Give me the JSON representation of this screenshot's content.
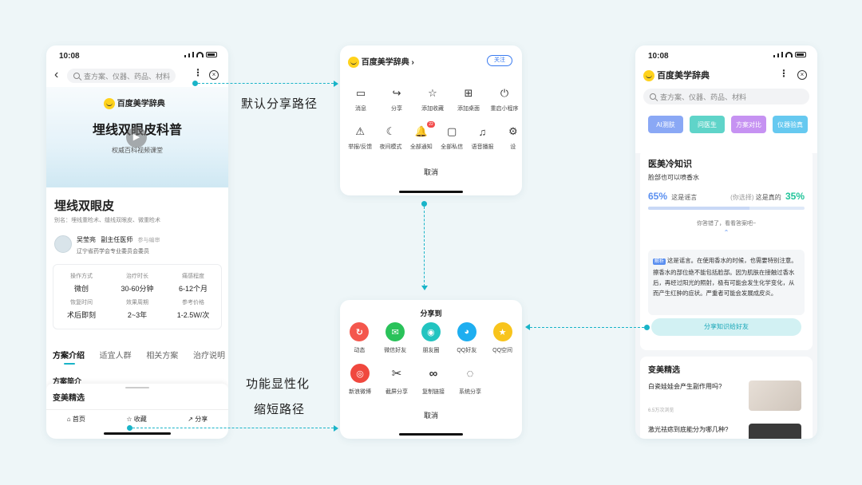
{
  "captions": {
    "default_path": "默认分享路径",
    "feature_line1": "功能显性化",
    "feature_line2": "缩短路径"
  },
  "left": {
    "time": "10:08",
    "search_placeholder": "查方案、仪器、药品、材料",
    "banner_brand": "百度美学辞典",
    "banner_title": "埋线双眼皮科普",
    "banner_subtitle": "权威百科视频课堂",
    "title": "埋线双眼皮",
    "alias": "别名：埋线重睑术、缝线双眼皮、微重睑术",
    "doctor_name": "吴莹亮",
    "doctor_title": "副主任医师",
    "doctor_role": "参与编审",
    "doctor_org": "辽宁省药学会专业委员会委员",
    "stats": [
      {
        "label": "操作方式",
        "value": "微创"
      },
      {
        "label": "治疗时长",
        "value": "30-60分钟"
      },
      {
        "label": "痛感程度",
        "value": "6-12个月"
      },
      {
        "label": "恢复时间",
        "value": "术后即刻"
      },
      {
        "label": "效果周期",
        "value": "2~3年"
      },
      {
        "label": "参考价格",
        "value": "1-2.5W/次"
      }
    ],
    "tabs": [
      "方案介绍",
      "适宜人群",
      "相关方案",
      "治疗说明"
    ],
    "section": "方案简介",
    "section2": "变美精选",
    "bottom_nav": [
      "首页",
      "收藏",
      "分享"
    ]
  },
  "top_sheet": {
    "brand": "百度美学辞典 ›",
    "follow": "关注",
    "row1": [
      {
        "label": "消息",
        "icon": "message-icon",
        "glyph": "▭"
      },
      {
        "label": "分享",
        "icon": "share-arrow-icon",
        "glyph": "↪"
      },
      {
        "label": "添加收藏",
        "icon": "star-icon",
        "glyph": "☆"
      },
      {
        "label": "添加桌面",
        "icon": "grid-icon",
        "glyph": "⊞"
      },
      {
        "label": "重启小程序",
        "icon": "power-icon",
        "glyph": "⏻"
      }
    ],
    "row2": [
      {
        "label": "举报/反馈",
        "icon": "report-icon",
        "glyph": "⚠"
      },
      {
        "label": "夜间模式",
        "icon": "moon-icon",
        "glyph": "☾"
      },
      {
        "label": "全部通知",
        "icon": "bell-icon",
        "glyph": "🔔",
        "badge": "22"
      },
      {
        "label": "全部私信",
        "icon": "chat-icon",
        "glyph": "▢"
      },
      {
        "label": "语音播报",
        "icon": "headphone-icon",
        "glyph": "♫"
      },
      {
        "label": "设",
        "icon": "settings-icon",
        "glyph": "⚙"
      }
    ],
    "cancel": "取消"
  },
  "bottom_sheet": {
    "title": "分享到",
    "row1": [
      {
        "label": "动态",
        "icon": "dynamic-icon",
        "glyph": "↻",
        "color": "#f4574d"
      },
      {
        "label": "微信好友",
        "icon": "wechat-icon",
        "glyph": "✉",
        "color": "#2ac25a"
      },
      {
        "label": "朋友圈",
        "icon": "moments-icon",
        "glyph": "◉",
        "color": "#22c4c0"
      },
      {
        "label": "QQ好友",
        "icon": "qq-icon",
        "glyph": "◕",
        "color": "#1eaef0"
      },
      {
        "label": "QQ空间",
        "icon": "qzone-icon",
        "glyph": "★",
        "color": "#f8c41c"
      }
    ],
    "row2": [
      {
        "label": "新浪微博",
        "icon": "weibo-icon",
        "glyph": "◎",
        "color": "#f0483e"
      },
      {
        "label": "截屏分享",
        "icon": "scissors-icon",
        "glyph": "✂",
        "color": ""
      },
      {
        "label": "复制链接",
        "icon": "link-icon",
        "glyph": "∞",
        "color": ""
      },
      {
        "label": "系统分享",
        "icon": "system-share-icon",
        "glyph": "◌",
        "color": ""
      }
    ],
    "cancel": "取消"
  },
  "right": {
    "time": "10:08",
    "brand": "百度美学辞典",
    "search_placeholder": "查方案、仪器、药品、材料",
    "tags": [
      {
        "label": "AI测肤",
        "color": "#8aa8f5"
      },
      {
        "label": "问医生",
        "color": "#5fd4c9"
      },
      {
        "label": "方案对比",
        "color": "#c692f2"
      },
      {
        "label": "仪器验真",
        "color": "#66c9f0"
      }
    ],
    "knowledge_title": "医美冷知识",
    "question": "脸部也可以喷香水",
    "rumor_pct": "65%",
    "rumor_label": "这是谣言",
    "true_label_prefix": "(你选择)",
    "true_label": "这是真的",
    "true_pct": "35%",
    "rumor_fraction": 0.65,
    "wrong_tip": "你答错了，看看答案吧~",
    "explain_tag": "解析",
    "explanation": "这是谣言。在使用香水的时候，也需要特别注意。擦香水的部位绝不能包括脸部。因为肌肤在接触过香水后，再经过阳光的照射，极有可能会发生化学变化，从而产生红肿的症状。严重者可能会发展成皮炎。",
    "share_button": "分享知识给好友",
    "picks_title": "变美精选",
    "pick1": "白瓷娃娃会产生副作用吗?",
    "pick1_meta": "6.5万次浏览",
    "pick2": "激光祛痣到底能分为哪几种?"
  }
}
